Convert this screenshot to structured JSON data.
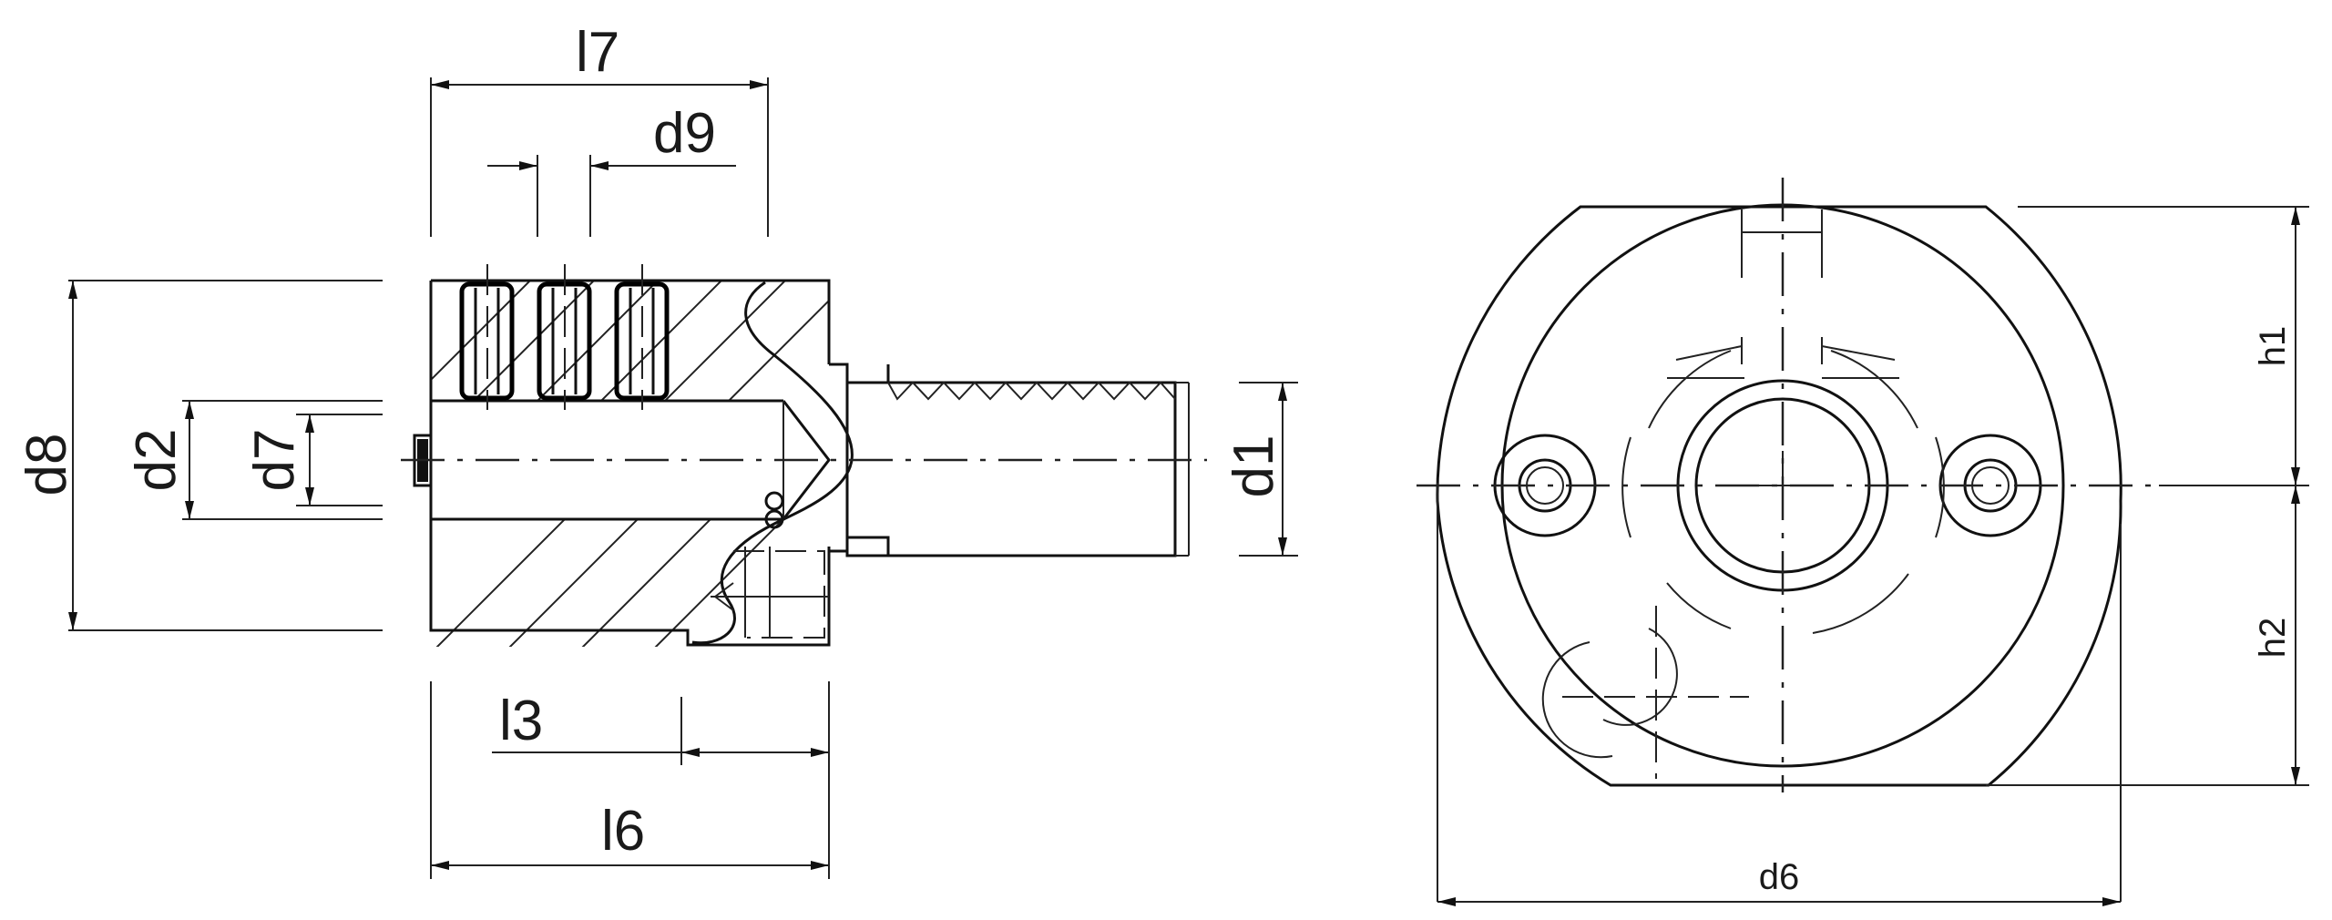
{
  "labels": {
    "l7": "l7",
    "d9": "d9",
    "d8": "d8",
    "d2": "d2",
    "d7": "d7",
    "d1": "d1",
    "l3": "l3",
    "l6": "l6",
    "h1": "h1",
    "h2": "h2",
    "d6": "d6"
  }
}
